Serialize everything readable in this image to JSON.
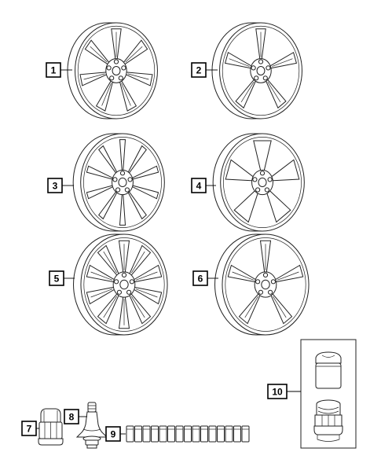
{
  "callouts": [
    {
      "id": "1",
      "label": "1"
    },
    {
      "id": "2",
      "label": "2"
    },
    {
      "id": "3",
      "label": "3"
    },
    {
      "id": "4",
      "label": "4"
    },
    {
      "id": "5",
      "label": "5"
    },
    {
      "id": "6",
      "label": "6"
    },
    {
      "id": "7",
      "label": "7"
    },
    {
      "id": "8",
      "label": "8"
    },
    {
      "id": "9",
      "label": "9"
    },
    {
      "id": "10",
      "label": "10"
    }
  ],
  "parts": [
    {
      "callout": "1",
      "kind": "wheel",
      "spokes": 7,
      "style": "split"
    },
    {
      "callout": "2",
      "kind": "wheel",
      "spokes": 5,
      "style": "twin"
    },
    {
      "callout": "3",
      "kind": "wheel",
      "spokes": 10,
      "style": "thin"
    },
    {
      "callout": "4",
      "kind": "wheel",
      "spokes": 5,
      "style": "wide"
    },
    {
      "callout": "5",
      "kind": "wheel",
      "spokes": 10,
      "style": "split"
    },
    {
      "callout": "6",
      "kind": "wheel",
      "spokes": 5,
      "style": "twin"
    },
    {
      "callout": "7",
      "kind": "lug-nut"
    },
    {
      "callout": "8",
      "kind": "valve-stem"
    },
    {
      "callout": "9",
      "kind": "balance-weights",
      "count": 15
    },
    {
      "callout": "10",
      "kind": "wheel-lock-kit"
    }
  ],
  "colors": {
    "ink": "#222222",
    "background": "#ffffff"
  }
}
